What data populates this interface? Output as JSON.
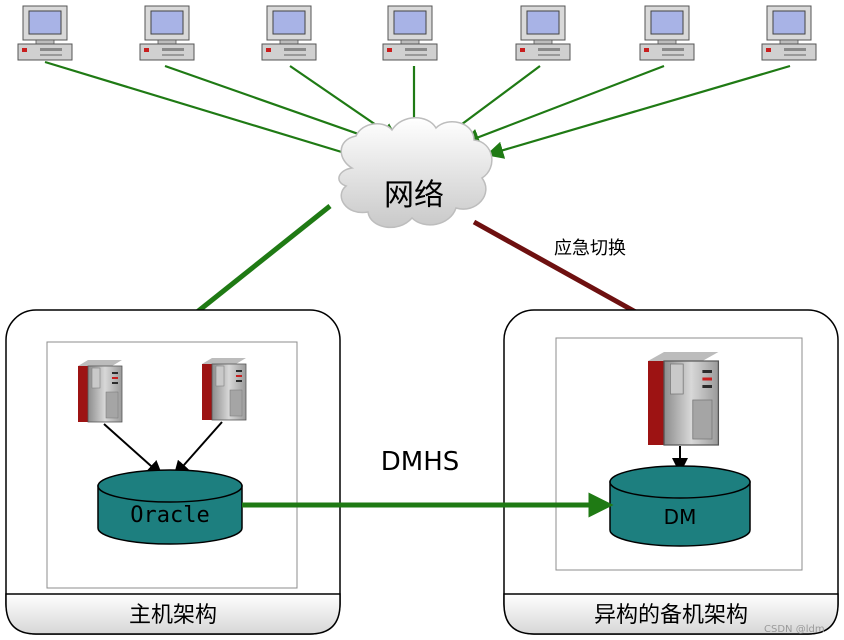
{
  "network": {
    "label": "网络"
  },
  "failover": {
    "label": "应急切换"
  },
  "replication": {
    "label": "DMHS"
  },
  "primary": {
    "db_label": "Oracle",
    "caption": "主机架构"
  },
  "standby": {
    "db_label": "DM",
    "caption": "异构的备机架构"
  },
  "client_count": 7,
  "watermark": "CSDN @ldm",
  "colors": {
    "green_arrow": "#1f7a14",
    "red_arrow": "#7a1414",
    "db_fill": "#1d7f7f",
    "panel_stroke": "#000000"
  },
  "icons": {
    "client": "desktop-computer-icon",
    "server": "tower-server-icon",
    "database": "database-cylinder-icon",
    "network": "cloud-icon"
  }
}
